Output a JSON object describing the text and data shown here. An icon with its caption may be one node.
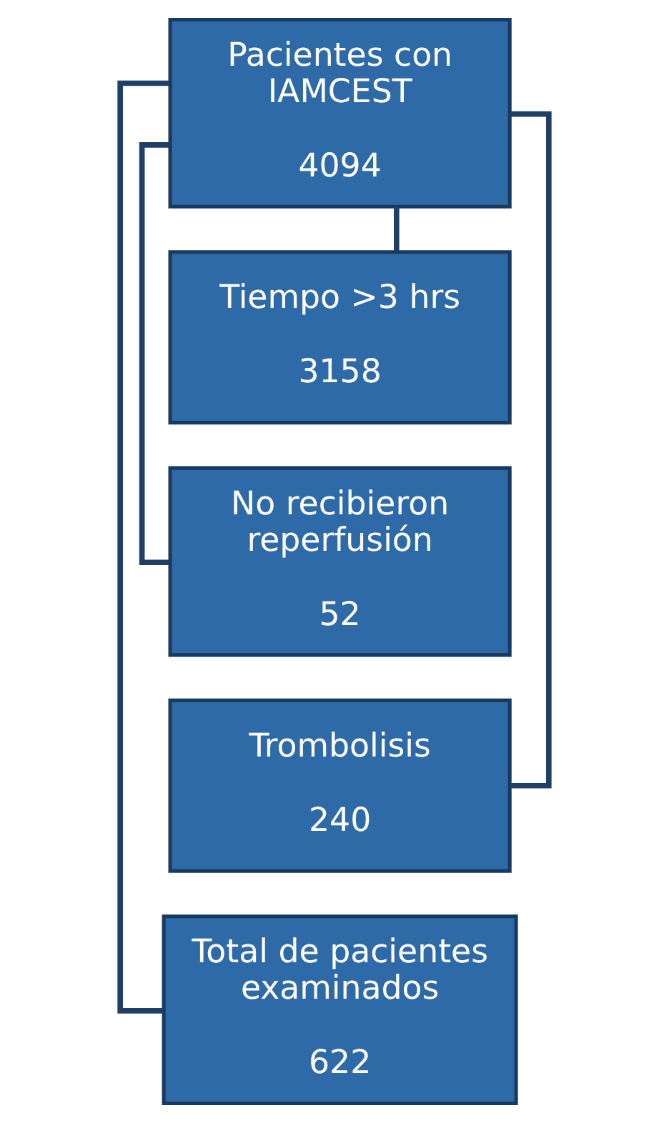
{
  "diagram": {
    "nodes": [
      {
        "text": [
          "Pacientes con IAMCEST",
          "4094"
        ]
      },
      {
        "text": [
          "Tiempo >3 hrs",
          "3158"
        ]
      },
      {
        "text": [
          "No recibieron reperfusión",
          "52"
        ]
      },
      {
        "text": [
          "Trombolisis",
          "240"
        ]
      },
      {
        "text": [
          "Total de pacientes examinados",
          "622"
        ]
      }
    ],
    "edges": [
      {
        "from": 0,
        "to": 1,
        "arrow": "none"
      },
      {
        "from": 0,
        "to": 2,
        "arrow": "none"
      },
      {
        "from": 0,
        "to": 3,
        "arrow": "none"
      },
      {
        "from": 0,
        "to": 4,
        "arrow": "none"
      }
    ]
  }
}
